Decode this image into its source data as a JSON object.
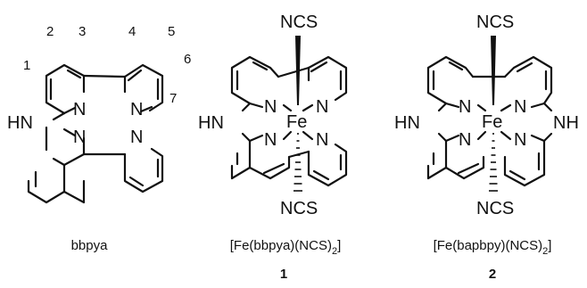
{
  "molecules": {
    "bbpya": {
      "atom_labels": {
        "n_top_left": "N",
        "n_top_right": "N",
        "n_bottom_left": "N",
        "n_bottom_right": "N",
        "hn": "HN"
      },
      "numbering": [
        "1",
        "2",
        "3",
        "4",
        "5",
        "6",
        "7"
      ],
      "caption": "bbpya"
    },
    "complex_1": {
      "atom_labels": {
        "ncs_top": "NCS",
        "ncs_bottom": "NCS",
        "fe": "Fe",
        "hn": "HN",
        "n_tl": "N",
        "n_tr": "N",
        "n_bl": "N",
        "n_br": "N"
      },
      "caption": {
        "prefix": "[Fe(bbpya)(NCS)",
        "subscript": "2",
        "suffix": "]"
      },
      "compound_id": "1"
    },
    "complex_2": {
      "atom_labels": {
        "ncs_top": "NCS",
        "ncs_bottom": "NCS",
        "fe": "Fe",
        "hn": "HN",
        "nh": "NH",
        "n_tl": "N",
        "n_tr": "N",
        "n_bl": "N",
        "n_br": "N"
      },
      "caption": {
        "prefix": "[Fe(bapbpy)(NCS)",
        "subscript": "2",
        "suffix": "]"
      },
      "compound_id": "2"
    }
  }
}
